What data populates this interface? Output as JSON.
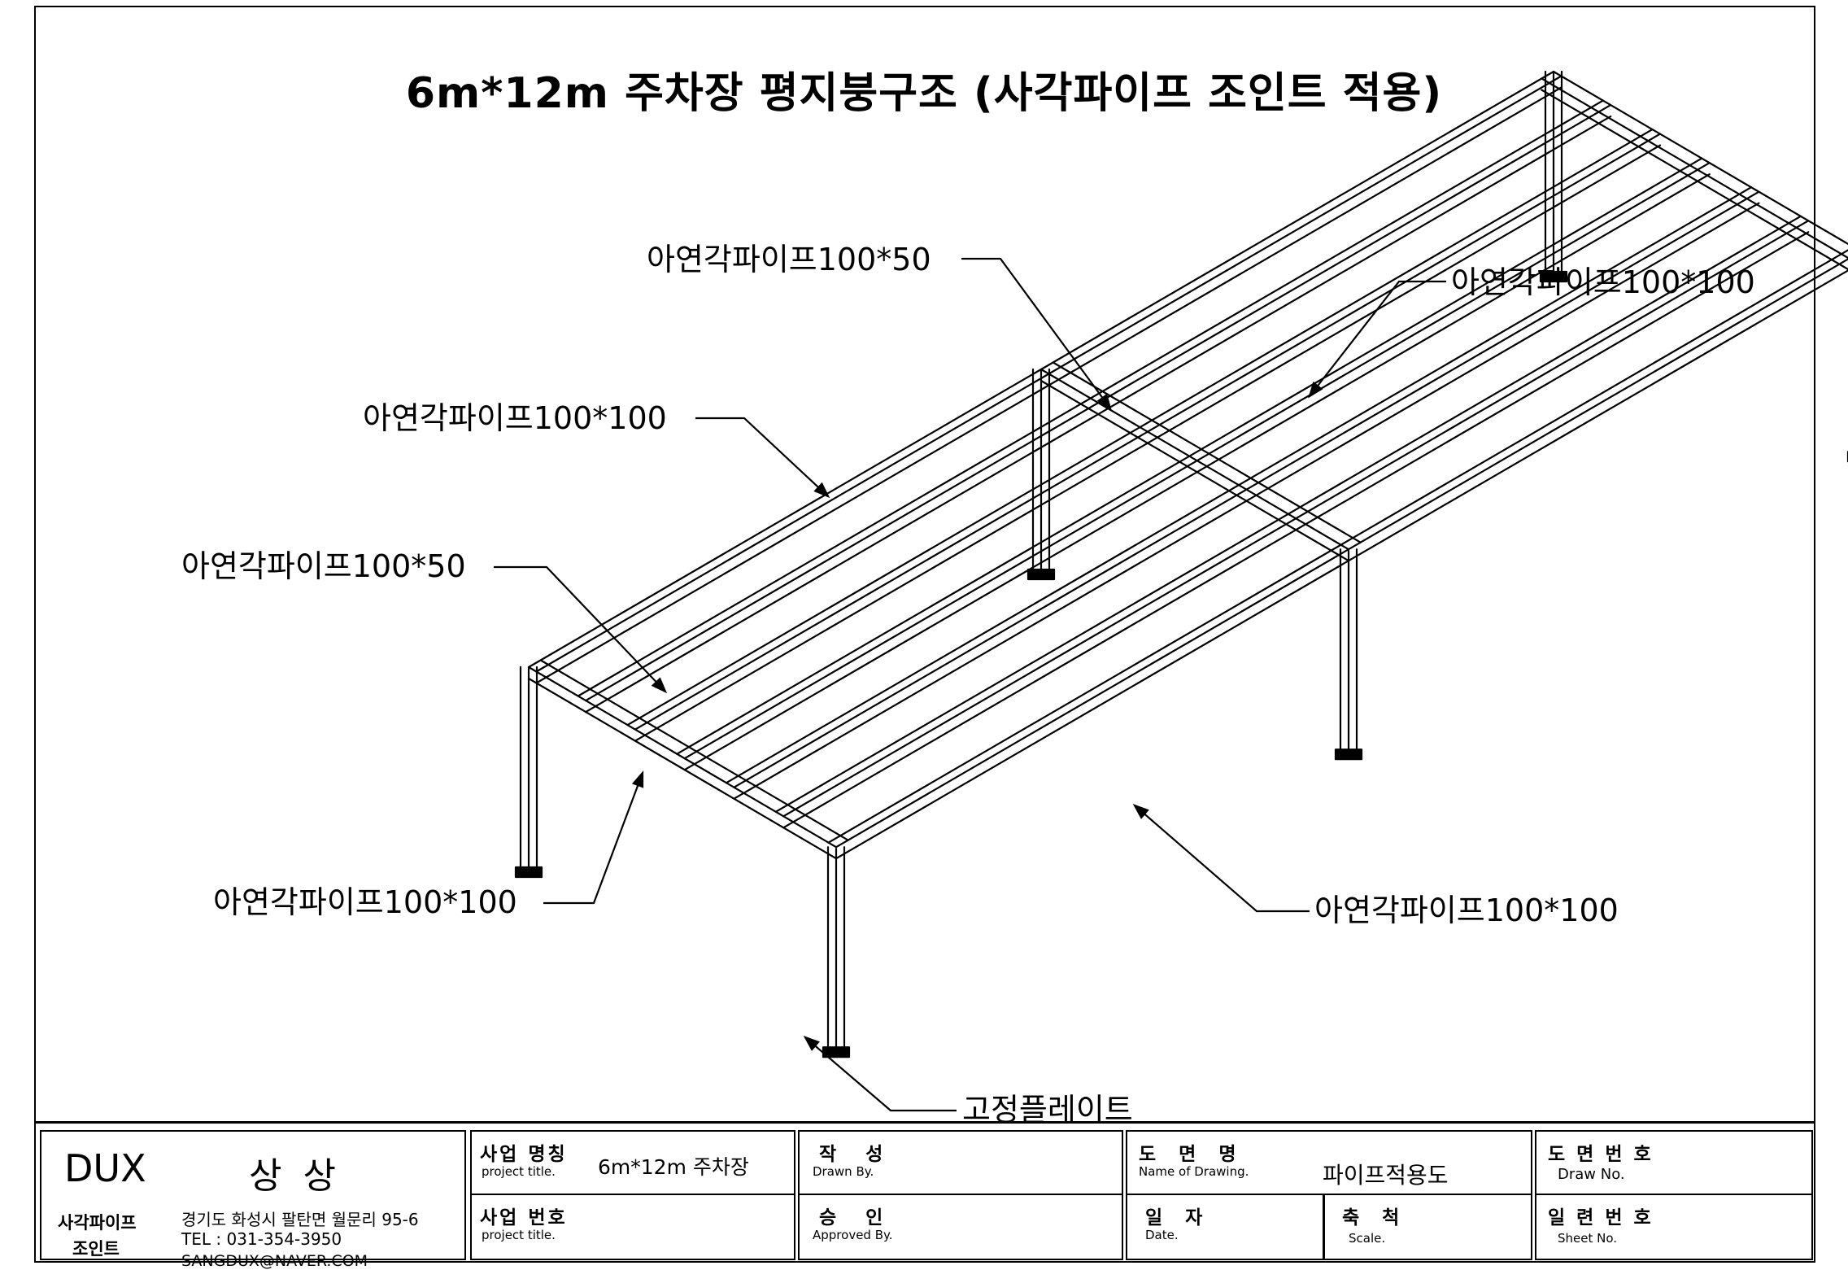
{
  "title": "6m*12m 주차장 평지붕구조 (사각파이프 조인트 적용)",
  "labels": {
    "top_center": "아연각파이프100*50",
    "top_right": "아연각파이프100*100",
    "upper_left": "아연각파이프100*100",
    "mid_left": "아연각파이프100*50",
    "lower_left": "아연각파이프100*100",
    "lower_right": "아연각파이프100*100",
    "bottom": "고정플레이트"
  },
  "title_block": {
    "company": "DUX",
    "company_sub": "상 상",
    "company_type_1": "사각파이프",
    "company_type_2": "조인트",
    "address": "경기도 화성시 팔탄면 월문리 95-6",
    "tel": "TEL : 031-354-3950",
    "email": "SANGDUX@NAVER.COM",
    "project_name_ko": "사업 명칭",
    "project_name_en": "project title.",
    "project_name_value": "6m*12m 주차장",
    "project_no_ko": "사업 번호",
    "project_no_en": "project title.",
    "drawn_ko": "작 성",
    "drawn_en": "Drawn By.",
    "approved_ko": "승 인",
    "approved_en": "Approved By.",
    "drawing_name_ko": "도 면 명",
    "drawing_name_en": "Name of Drawing.",
    "drawing_name_value": "파이프적용도",
    "date_ko": "일 자",
    "date_en": "Date.",
    "scale_ko": "축 척",
    "scale_en": "Scale.",
    "draw_no_ko": "도 면 번 호",
    "draw_no_en": "Draw No.",
    "sheet_no_ko": "일 련 번 호",
    "sheet_no_en": "Sheet No."
  }
}
